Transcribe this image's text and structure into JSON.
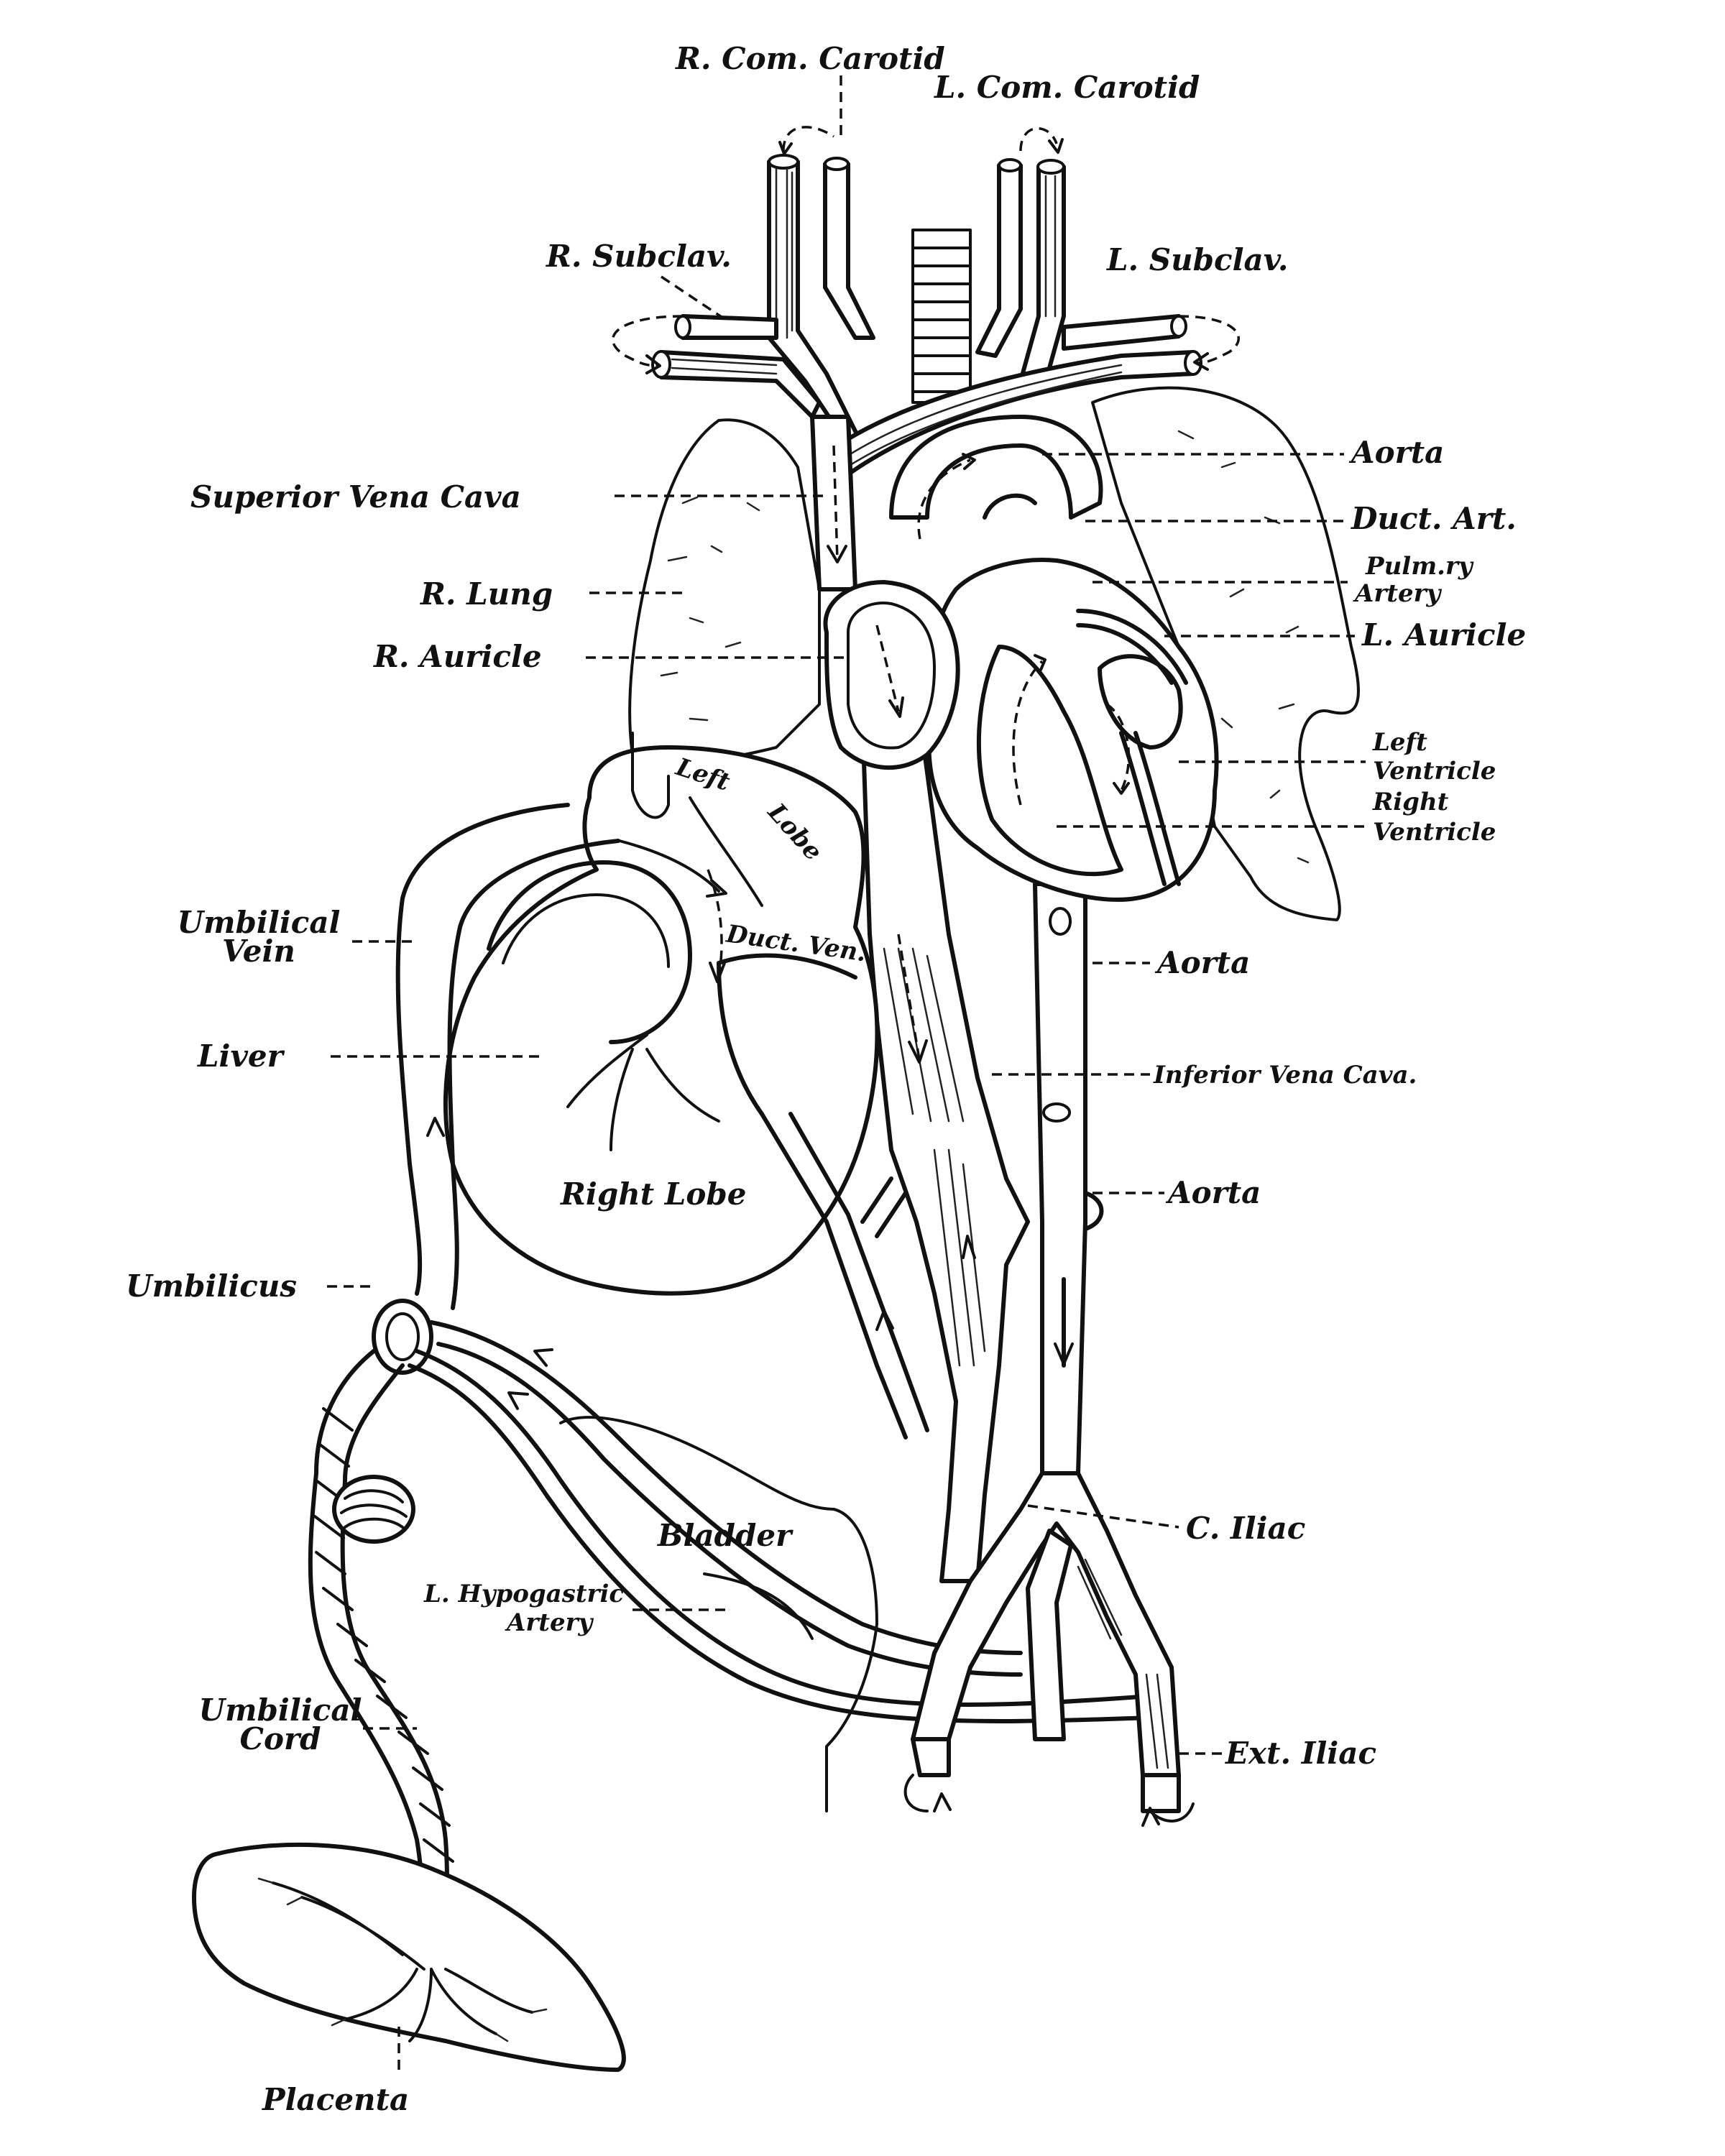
{
  "labels": {
    "r_com_carotid": "R. Com. Carotid",
    "l_com_carotid": "L. Com. Carotid",
    "r_subclav": "R. Subclav.",
    "l_subclav": "L. Subclav.",
    "aorta_arch": "Aorta",
    "duct_art": "Duct. Art.",
    "pulm_artery_line1": "Pulm.ry",
    "pulm_artery_line2": "Artery",
    "superior_vena_cava": "Superior Vena Cava",
    "r_lung": "R. Lung",
    "r_auricle": "R. Auricle",
    "l_auricle": "L. Auricle",
    "left_ventricle_line1": "Left",
    "left_ventricle_line2": "Ventricle",
    "right_ventricle_line1": "Right",
    "right_ventricle_line2": "Ventricle",
    "left_lobe_line1": "Left",
    "left_lobe_line2": "Lobe",
    "umbilical_vein_line1": "Umbilical",
    "umbilical_vein_line2": "Vein",
    "duct_ven": "Duct. Ven.",
    "aorta_mid": "Aorta",
    "liver": "Liver",
    "inferior_vena_cava": "Inferior Vena Cava.",
    "right_lobe": "Right Lobe",
    "aorta_low": "Aorta",
    "umbilicus": "Umbilicus",
    "bladder": "Bladder",
    "c_iliac": "C. Iliac",
    "l_hypogastric_line1": "L. Hypogastric",
    "l_hypogastric_line2": "Artery",
    "umbilical_cord_line1": "Umbilical",
    "umbilical_cord_line2": "Cord",
    "ext_iliac": "Ext. Iliac",
    "placenta": "Placenta"
  }
}
